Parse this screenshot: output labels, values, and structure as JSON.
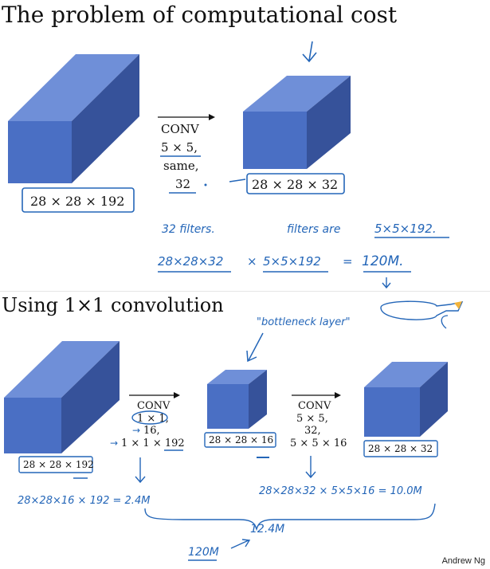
{
  "slide1": {
    "title": "The problem of computational cost",
    "conv_label": "CONV",
    "conv_kernel": "5 × 5,",
    "conv_padding": "same,",
    "conv_filters": "32",
    "input_dims": "28 × 28 × 192",
    "output_dims": "28 × 28 × 32",
    "note_filters": "32  filters.",
    "note_filters_are": "filters  are",
    "note_filter_size": "5×5×192.",
    "calc_left": "28×28×32",
    "calc_times": "×",
    "calc_right": "5×5×192",
    "calc_eq": "=",
    "calc_result": "120M."
  },
  "slide2": {
    "title": "Using 1×1 convolution",
    "bottleneck_note": "\"bottleneck  layer\"",
    "conv1_label": "CONV",
    "conv1_kernel": "1 × 1,",
    "conv1_filters": "16,",
    "conv1_filter_shape": "1 × 1 × 192",
    "conv2_label": "CONV",
    "conv2_kernel": "5 × 5,",
    "conv2_filters": "32,",
    "conv2_filter_shape": "5 × 5 × 16",
    "input_dims": "28 × 28 × 192",
    "mid_dims": "28 × 28 × 16",
    "output_dims": "28 × 28 × 32",
    "calc1": "28×28×16  × 192 = 2.4M",
    "calc2": "28×28×32  × 5×5×16  =  10.0M",
    "total": "12.4M",
    "compare": "120M",
    "arrow_sixteen": "→"
  },
  "footer": {
    "credit": "Andrew Ng"
  },
  "colors": {
    "box_front": "#4a6fc4",
    "box_top": "#6f8fd8",
    "box_side": "#36529a",
    "ink": "#2466b8"
  }
}
